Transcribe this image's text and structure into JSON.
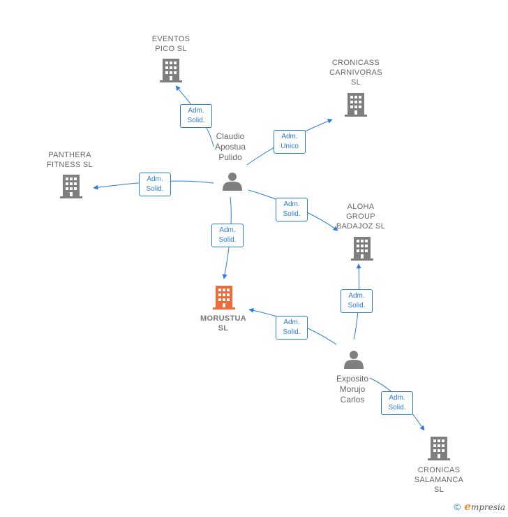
{
  "colors": {
    "edge": "#2d7bd8",
    "building": "#7f7f7f",
    "building_highlight": "#f26a38",
    "person": "#7f7f7f"
  },
  "nodes": {
    "eventos_pico": {
      "label": "EVENTOS\nPICO  SL",
      "icon": "building-icon"
    },
    "cronicass_carnivoras": {
      "label": "CRONICASS\nCARNIVORAS\nSL",
      "icon": "building-icon"
    },
    "panthera_fitness": {
      "label": "PANTHERA\nFITNESS  SL",
      "icon": "building-icon"
    },
    "aloha_group_badajoz": {
      "label": "ALOHA\nGROUP\nBADAJOZ  SL",
      "icon": "building-icon"
    },
    "morustua": {
      "label": "MORUSTUA\nSL",
      "icon": "building-icon",
      "highlight": true
    },
    "cronicas_salamanca": {
      "label": "CRONICAS\nSALAMANCA\nSL",
      "icon": "building-icon"
    },
    "claudio_apostua_pulido": {
      "label": "Claudio\nApostua\nPulido",
      "icon": "person-icon"
    },
    "exposito_morujo_carlos": {
      "label": "Exposito\nMorujo\nCarlos",
      "icon": "person-icon"
    }
  },
  "edges": [
    {
      "from": "claudio_apostua_pulido",
      "to": "eventos_pico",
      "label": "Adm.\nSolid."
    },
    {
      "from": "claudio_apostua_pulido",
      "to": "cronicass_carnivoras",
      "label": "Adm.\nUnico"
    },
    {
      "from": "claudio_apostua_pulido",
      "to": "panthera_fitness",
      "label": "Adm.\nSolid."
    },
    {
      "from": "claudio_apostua_pulido",
      "to": "aloha_group_badajoz",
      "label": "Adm.\nSolid."
    },
    {
      "from": "claudio_apostua_pulido",
      "to": "morustua",
      "label": "Adm.\nSolid."
    },
    {
      "from": "exposito_morujo_carlos",
      "to": "aloha_group_badajoz",
      "label": "Adm.\nSolid."
    },
    {
      "from": "exposito_morujo_carlos",
      "to": "morustua",
      "label": "Adm.\nSolid."
    },
    {
      "from": "exposito_morujo_carlos",
      "to": "cronicas_salamanca",
      "label": "Adm.\nSolid."
    }
  ],
  "footer": {
    "copyright": "©",
    "brand_initial": "e",
    "brand_rest": "mpresia"
  }
}
